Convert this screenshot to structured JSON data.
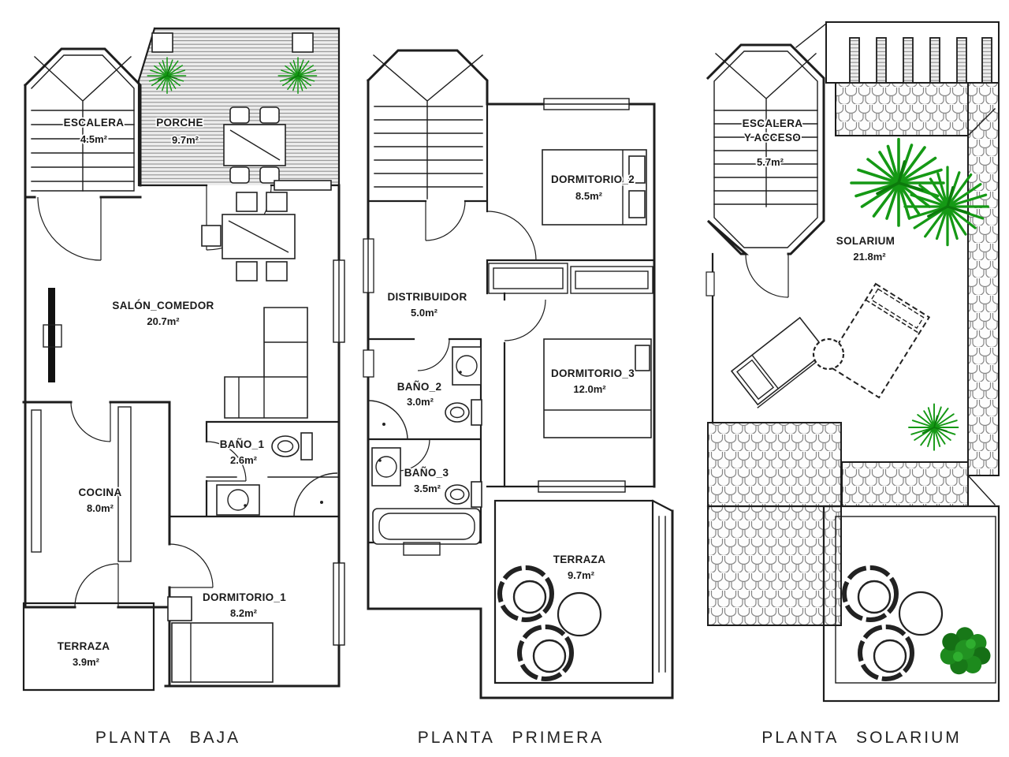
{
  "document": {
    "type": "architectural-floor-plans",
    "background": "#ffffff",
    "wall_color": "#1d1d1d",
    "plant_green": "#159915",
    "bush_green": "#1d8a1d",
    "hatch_gray": "#909090",
    "tile_gray": "#888888"
  },
  "plans": [
    {
      "title": "PLANTA  BAJA",
      "rooms": [
        {
          "name": "ESCALERA",
          "area": "4.5m²"
        },
        {
          "name": "PORCHE",
          "area": "9.7m²"
        },
        {
          "name": "SALÓN_COMEDOR",
          "area": "20.7m²"
        },
        {
          "name": "BAÑO_1",
          "area": "2.6m²"
        },
        {
          "name": "COCINA",
          "area": "8.0m²"
        },
        {
          "name": "DORMITORIO_1",
          "area": "8.2m²"
        },
        {
          "name": "TERRAZA",
          "area": "3.9m²"
        }
      ]
    },
    {
      "title": "PLANTA  PRIMERA",
      "rooms": [
        {
          "name": "DORMITORIO_2",
          "area": "8.5m²"
        },
        {
          "name": "DISTRIBUIDOR",
          "area": "5.0m²"
        },
        {
          "name": "DORMITORIO_3",
          "area": "12.0m²"
        },
        {
          "name": "BAÑO_2",
          "area": "3.0m²"
        },
        {
          "name": "BAÑO_3",
          "area": "3.5m²"
        },
        {
          "name": "TERRAZA",
          "area": "9.7m²"
        }
      ]
    },
    {
      "title": "PLANTA  SOLARIUM",
      "rooms": [
        {
          "name": "ESCALERA Y ACCESO",
          "name_line1": "ESCALERA",
          "name_line2": "Y ACCESO",
          "area": "5.7m²"
        },
        {
          "name": "SOLARIUM",
          "area": "21.8m²"
        }
      ]
    }
  ]
}
